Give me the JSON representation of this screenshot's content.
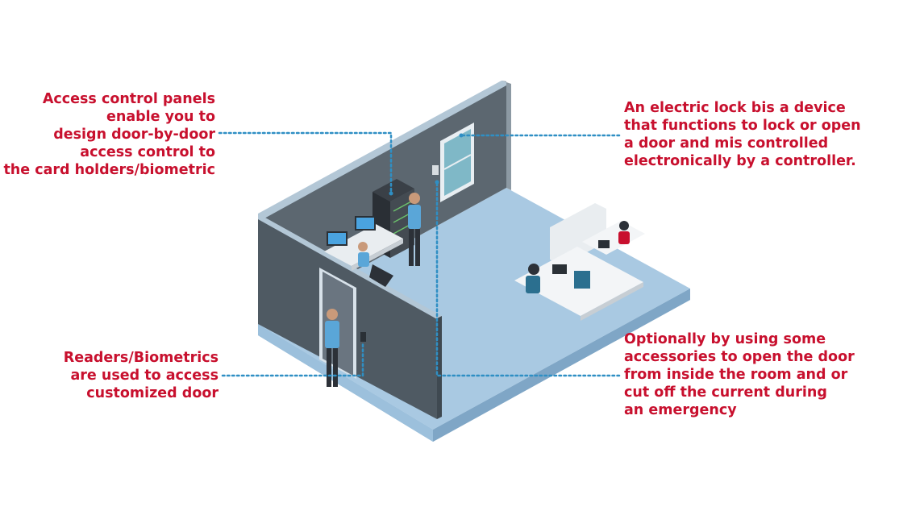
{
  "annotations": {
    "panels": [
      "Access control panels",
      "enable you to",
      "design door-by-door",
      "access control to",
      "the card holders/biometric"
    ],
    "readers": [
      "Readers/Biometrics",
      "are used to access",
      "customized door"
    ],
    "lock": [
      "An electric lock bis a device",
      "that functions to lock or open",
      "a door and mis controlled",
      "electronically by a controller."
    ],
    "options": [
      "Optionally by using some",
      "accessories to open the door",
      "from inside the room and or",
      "cut off the current during",
      "an emergency"
    ]
  },
  "colors": {
    "annotation_text": "#c8102e",
    "leader_line": "#2f8fc4",
    "wall": "#5c6770",
    "wall_top": "#b3c7d6",
    "floor": "#a9c9e2",
    "floor_edge": "#8fb4d2"
  }
}
